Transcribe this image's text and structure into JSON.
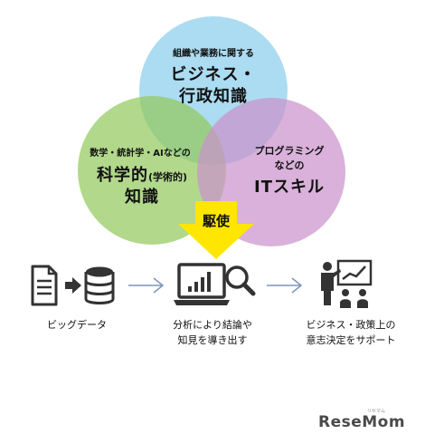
{
  "venn": {
    "top": {
      "subtitle": "組織や業務に関する",
      "title_line1": "ビジネス・",
      "title_line2": "行政知識",
      "color": "#8fd0ec"
    },
    "left": {
      "subtitle": "数学・統計学・AIなどの",
      "title_main": "科学的",
      "title_paren": "(学術的)",
      "title_line2": "知識",
      "color": "#93c95e"
    },
    "right": {
      "subtitle_line1": "プログラミング",
      "subtitle_line2": "などの",
      "title": "ITスキル",
      "color": "#cb93cc"
    }
  },
  "center_arrow": {
    "label": "駆使",
    "color": "#ffe600"
  },
  "flow": {
    "step1": {
      "label": "ビッグデータ",
      "icon": "document-database-icon"
    },
    "step2": {
      "label_line1": "分析により結論や",
      "label_line2": "知見を導き出す",
      "icon": "laptop-chart-magnifier-icon"
    },
    "step3": {
      "label_line1": "ビジネス・政策上の",
      "label_line2": "意志決定をサポート",
      "icon": "presentation-meeting-icon"
    },
    "arrow_color": "#7a96b8"
  },
  "logo": {
    "text": "ReseMom",
    "small": "リセマム"
  }
}
